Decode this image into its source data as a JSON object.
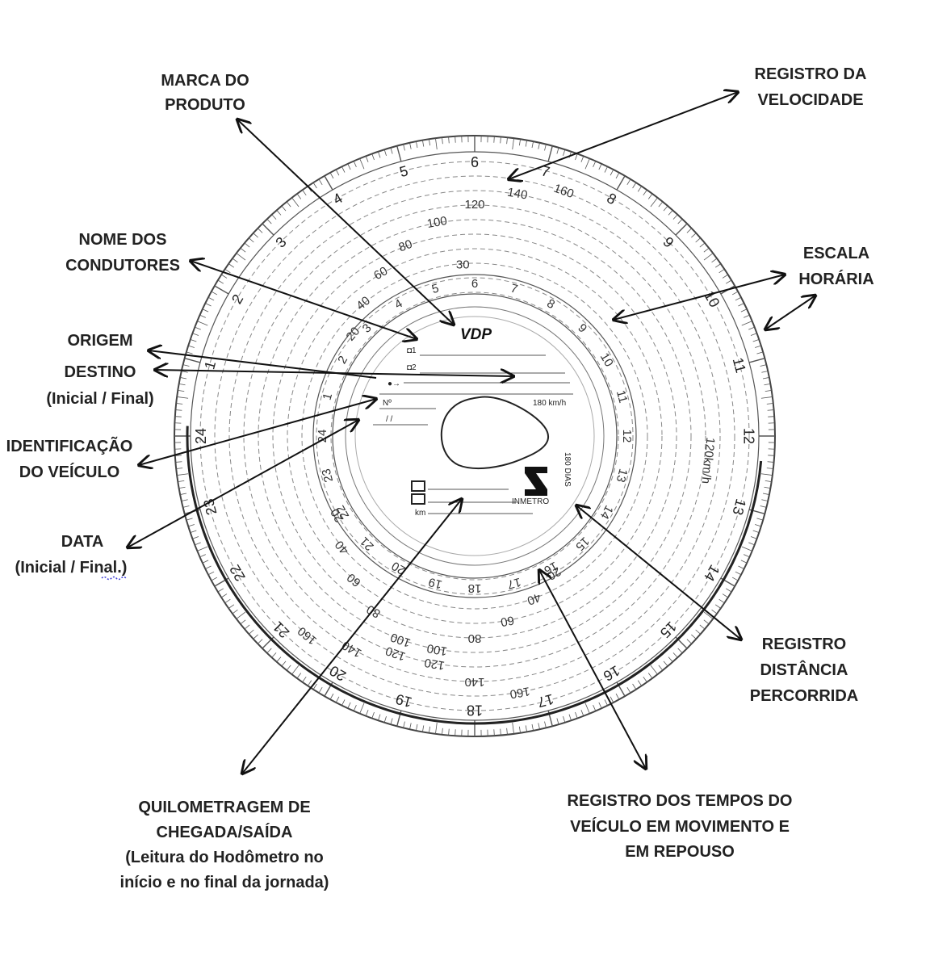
{
  "disc": {
    "brand": "VDP",
    "seal": "INMETRO",
    "speed_max_label": "180 km/h",
    "model_label": "120km/h",
    "days_label": "180 DIAS",
    "unit_label": "km",
    "hours": [
      "1",
      "2",
      "3",
      "4",
      "5",
      "6",
      "7",
      "8",
      "9",
      "10",
      "11",
      "12",
      "13",
      "14",
      "15",
      "16",
      "17",
      "18",
      "19",
      "20",
      "21",
      "22",
      "23",
      "24"
    ],
    "speeds_outer": [
      "20",
      "40",
      "60",
      "80",
      "100",
      "120",
      "140",
      "160"
    ],
    "speeds_inner": [
      "20",
      "40",
      "60",
      "80"
    ],
    "inner_hours": [
      "5",
      "6",
      "7",
      "8",
      "9",
      "10",
      "11",
      "12",
      "13",
      "14",
      "15",
      "16",
      "17",
      "18",
      "19",
      "20",
      "21",
      "22",
      "23",
      "24",
      "1",
      "2",
      "3",
      "4"
    ],
    "inner_minute": "30"
  },
  "labels": {
    "marca_l1": "MARCA DO",
    "marca_l2": "PRODUTO",
    "velocidade_l1": "REGISTRO DA",
    "velocidade_l2": "VELOCIDADE",
    "nome_l1": "NOME DOS",
    "nome_l2": "CONDUTORES",
    "escala_l1": "ESCALA",
    "escala_l2": "HORÁRIA",
    "origem": "ORIGEM",
    "destino": "DESTINO",
    "destino_sub": "(Inicial / Final)",
    "ident_l1": "IDENTIFICAÇÃO",
    "ident_l2": "DO VEÍCULO",
    "data": "DATA",
    "data_sub": "(Inicial / Final.)",
    "distancia_l1": "REGISTRO",
    "distancia_l2": "DISTÂNCIA",
    "distancia_l3": "PERCORRIDA",
    "km_l1": "QUILOMETRAGEM DE",
    "km_l2": "CHEGADA/SAÍDA",
    "km_l3": "(Leitura do Hodômetro no",
    "km_l4": "início e no final da jornada)",
    "tempos_l1": "REGISTRO DOS TEMPOS DO",
    "tempos_l2": "VEÍCULO EM MOVIMENTO E",
    "tempos_l3": "EM REPOUSO"
  }
}
